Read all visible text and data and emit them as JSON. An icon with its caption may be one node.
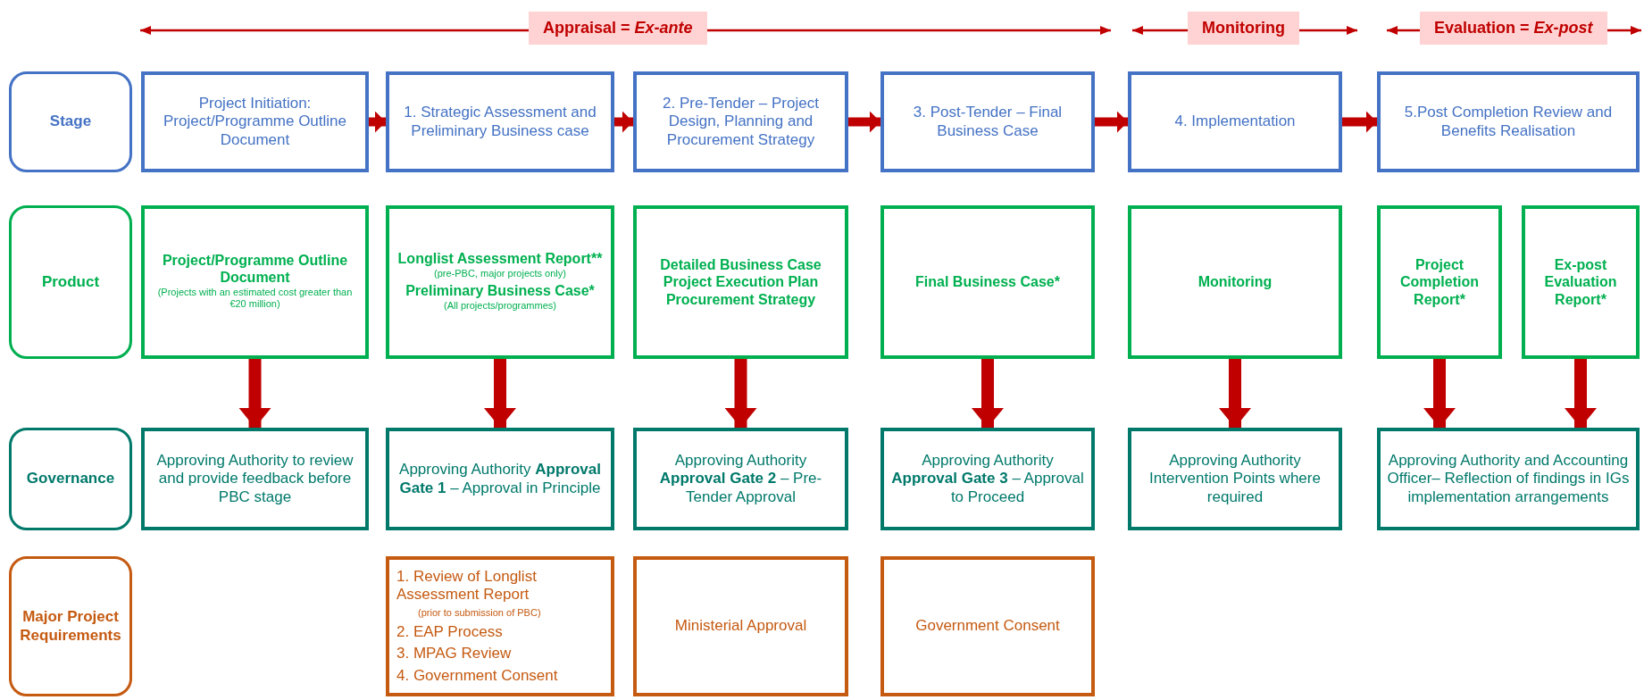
{
  "diagram": {
    "nodes": [
      {
        "text": [
          "Stage"
        ]
      },
      {
        "text": [
          "Project Initiation: Project/Programme Outline Document"
        ]
      },
      {
        "text": [
          "1. Strategic Assessment and Preliminary Business case"
        ]
      },
      {
        "text": [
          "2. Pre-Tender – Project Design, Planning and Procurement Strategy"
        ]
      },
      {
        "text": [
          "3. Post-Tender – Final Business Case"
        ]
      },
      {
        "text": [
          "4. Implementation"
        ]
      },
      {
        "text": [
          "5.Post Completion Review and Benefits Realisation"
        ]
      },
      {
        "text": [
          "Product"
        ]
      },
      {
        "text": [
          "Project/Programme Outline Document",
          "(Projects with an estimated cost greater than €20 million)"
        ]
      },
      {
        "text": [
          "Longlist Assessment Report**",
          "(pre-PBC, major projects only)",
          "Preliminary Business Case*",
          "(All projects/programmes)"
        ]
      },
      {
        "text": [
          "Detailed Business Case",
          "Project Execution Plan",
          "Procurement Strategy"
        ]
      },
      {
        "text": [
          "Final Business Case*"
        ]
      },
      {
        "text": [
          "Monitoring"
        ]
      },
      {
        "text": [
          "Project Completion Report*"
        ]
      },
      {
        "text": [
          "Ex-post Evaluation Report*"
        ]
      },
      {
        "text": [
          "Governance"
        ]
      },
      {
        "text": [
          "Approving Authority to review and provide feedback before PBC stage"
        ]
      },
      {
        "text": [
          "Approving Authority **Approval Gate 1** – Approval in Principle"
        ]
      },
      {
        "text": [
          "Approving Authority **Approval Gate 2** – Pre-Tender Approval"
        ]
      },
      {
        "text": [
          "Approving Authority **Approval Gate 3** – Approval to Proceed"
        ]
      },
      {
        "text": [
          "Approving Authority Intervention Points where required"
        ]
      },
      {
        "text": [
          "Approving Authority and Accounting Officer– Reflection of findings in IGs implementation arrangements"
        ]
      },
      {
        "text": [
          "Major Project Requirements"
        ]
      },
      {
        "text": [
          "1. Review of Longlist Assessment Report",
          "(prior to submission of PBC)",
          "2. EAP Process",
          "3. MPAG Review",
          "4. Government Consent"
        ]
      },
      {
        "text": [
          "Ministerial Approval"
        ]
      },
      {
        "text": [
          "Government Consent"
        ]
      }
    ],
    "edges": [
      {
        "from": 1,
        "to": 2,
        "arrow": "to"
      },
      {
        "from": 2,
        "to": 3,
        "arrow": "to"
      },
      {
        "from": 3,
        "to": 4,
        "arrow": "to"
      },
      {
        "from": 4,
        "to": 5,
        "arrow": "to"
      },
      {
        "from": 5,
        "to": 6,
        "arrow": "to"
      },
      {
        "from": 8,
        "to": 16,
        "arrow": "to"
      },
      {
        "from": 9,
        "to": 17,
        "arrow": "to"
      },
      {
        "from": 10,
        "to": 18,
        "arrow": "to"
      },
      {
        "from": 11,
        "to": 19,
        "arrow": "to"
      },
      {
        "from": 12,
        "to": 20,
        "arrow": "to"
      },
      {
        "from": 13,
        "to": 21,
        "arrow": "to"
      },
      {
        "from": 14,
        "to": 21,
        "arrow": "to"
      }
    ],
    "labels": [
      "Appraisal = *Ex-ante*",
      "Monitoring",
      "Evaluation = *Ex-post*"
    ]
  }
}
